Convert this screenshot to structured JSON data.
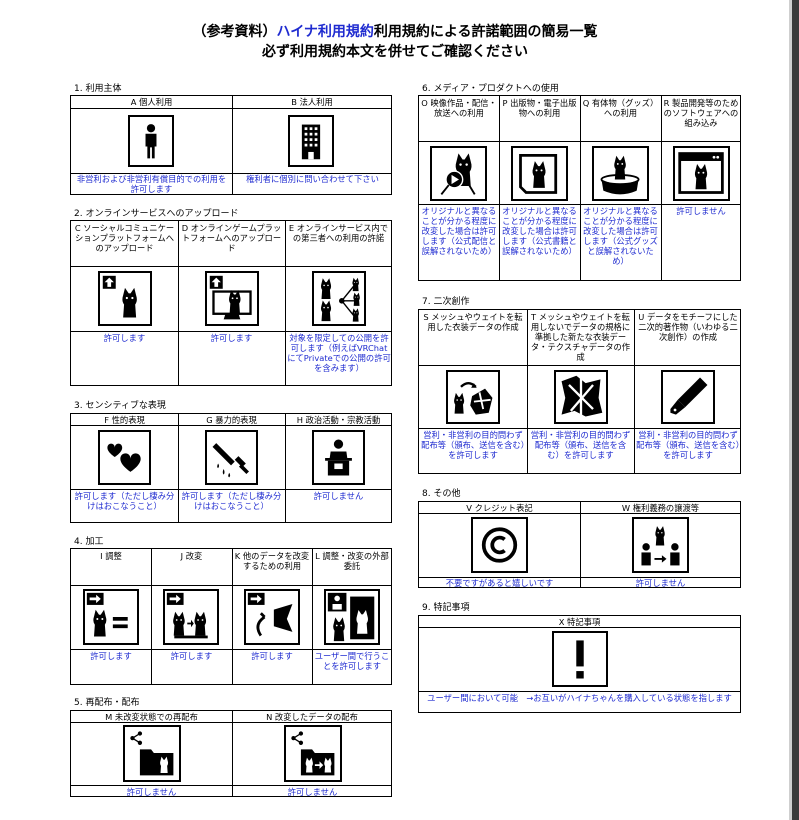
{
  "title": {
    "line1_prefix": "（参考資料）",
    "line1_highlight": "ハイナ利用規約",
    "line1_suffix": "利用規約による許諾範囲の簡易一覧",
    "line2": "必ず利用規約本文を併せてご確認ください"
  },
  "sections": {
    "s1": {
      "title": "1. 利用主体",
      "cols": [
        {
          "header": "A 個人利用",
          "icon": "person-icon",
          "result": "非営利および非営利有償目的での利用を許可します"
        },
        {
          "header": "B 法人利用",
          "icon": "building-icon",
          "result": "権利者に個別に問い合わせて下さい"
        }
      ]
    },
    "s2": {
      "title": "2. オンラインサービスへのアップロード",
      "cols": [
        {
          "header": "C ソーシャルコミュニケーションプラットフォームへのアップロード",
          "icon": "upload-cat-icon",
          "result": "許可します"
        },
        {
          "header": "D オンラインゲームプラットフォームへのアップロード",
          "icon": "upload-monitor-cat-icon",
          "result": "許可します"
        },
        {
          "header": "E オンラインサービス内での第三者への利用の許諾",
          "icon": "share-network-icon",
          "result": "対象を限定しての公開を許可します（例えばVRChatにてPrivateでの公開の許可を含みます）"
        }
      ]
    },
    "s3": {
      "title": "3. センシティブな表現",
      "cols": [
        {
          "header": "F 性的表現",
          "icon": "hearts-icon",
          "result": "許可します（ただし棲み分けはおこなうこと）"
        },
        {
          "header": "G 暴力的表現",
          "icon": "bloody-knife-icon",
          "result": "許可します（ただし棲み分けはおこなうこと）"
        },
        {
          "header": "H 政治活動・宗教活動",
          "icon": "speaker-podium-icon",
          "result": "許可しません"
        }
      ]
    },
    "s4": {
      "title": "4. 加工",
      "cols": [
        {
          "header": "I 調整",
          "icon": "adjust-cat-icon",
          "result": "許可します"
        },
        {
          "header": "J 改変",
          "icon": "modify-cat-icon",
          "result": "許可します"
        },
        {
          "header": "K 他のデータを改変するための利用",
          "icon": "extract-part-icon",
          "result": "許可します"
        },
        {
          "header": "L 調整・改変の外部委託",
          "icon": "outsource-icon",
          "result": "ユーザー間で行うことを許可します"
        }
      ]
    },
    "s5": {
      "title": "5. 再配布・配布",
      "cols": [
        {
          "header": "M 未改変状態での再配布",
          "icon": "share-folder-cat-icon",
          "result": "許可しません"
        },
        {
          "header": "N 改変したデータの配布",
          "icon": "share-folder-modified-icon",
          "result": "許可しません"
        }
      ]
    },
    "s6": {
      "title": "6. メディア・プロダクトへの使用",
      "cols": [
        {
          "header": "O 映像作品・配信・放送への利用",
          "icon": "video-cat-icon",
          "result": "オリジナルと異なることが分かる程度に改変した場合は許可します（公式配信と誤解されないため）"
        },
        {
          "header": "P 出版物・電子出版物への利用",
          "icon": "publication-cat-icon",
          "result": "オリジナルと異なることが分かる程度に改変した場合は許可します（公式書籍と誤解されないため）"
        },
        {
          "header": "Q 有体物（グッズ）への利用",
          "icon": "goods-cat-icon",
          "result": "オリジナルと異なることが分かる程度に改変した場合は許可します（公式グッズと誤解されないため）"
        },
        {
          "header": "R 製品開発等のためのソフトウェアへの組み込み",
          "icon": "software-window-cat-icon",
          "result": "許可しません"
        }
      ]
    },
    "s7": {
      "title": "7. 二次創作",
      "cols": [
        {
          "header": "S メッシュやウェイトを転用した衣装データの作成",
          "icon": "cat-to-fabric-icon",
          "result": "営利・非営利の目的問わず配布等（頒布、送信を含む）を許可します"
        },
        {
          "header": "T メッシュやウェイトを転用しないでデータの規格に準拠した新たな衣装データ・テクスチャデータの作成",
          "icon": "fabric-icon",
          "result": "営利・非営利の目的問わず配布等（頒布、送信を含む）を許可します"
        },
        {
          "header": "U データをモチーフにした二次的著作物（いわゆる二次創作）の作成",
          "icon": "pen-nib-icon",
          "result": "営利・非営利の目的問わず配布等（頒布、送信を含む）を許可します"
        }
      ]
    },
    "s8": {
      "title": "8. その他",
      "cols": [
        {
          "header": "V クレジット表記",
          "icon": "copyright-icon",
          "result": "不要ですがあると嬉しいです"
        },
        {
          "header": "W 権利義務の譲渡等",
          "icon": "transfer-rights-icon",
          "result": "許可しません"
        }
      ]
    },
    "s9": {
      "title": "9. 特記事項",
      "cols": [
        {
          "header": "X 特記事項",
          "icon": "exclamation-icon",
          "result": "ユーザー間において可能　→お互いがハイナちゃんを購入している状態を指します"
        }
      ]
    }
  }
}
